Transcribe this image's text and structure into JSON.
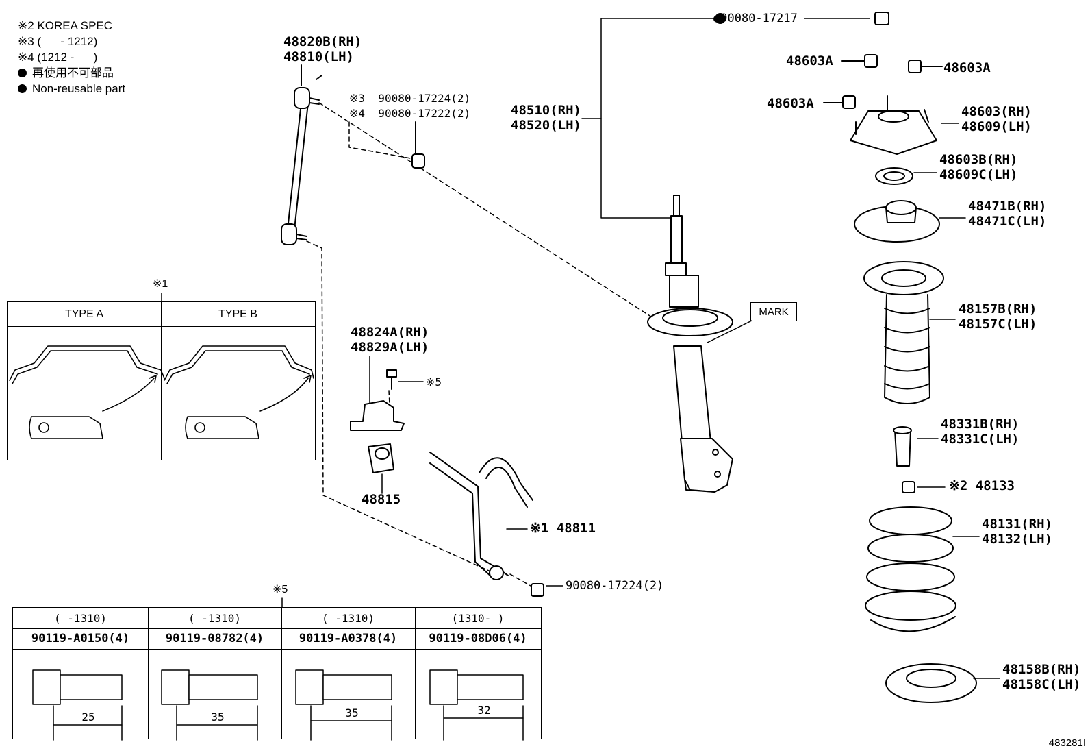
{
  "legend": {
    "line1": "※2 KOREA SPEC",
    "line2": "※3 (      - 1212)",
    "line3": "※4 (1212 -      )",
    "line4": "再使用不可部品",
    "line5": "Non-reusable part"
  },
  "labels": {
    "link_rh": "48820B(RH)",
    "link_lh": "48810(LH)",
    "link_nut_3": "※3  90080-17224(2)",
    "link_nut_4": "※4  90080-17222(2)",
    "top_nut": "●90080-17217",
    "strut_rh": "48510(RH)",
    "strut_lh": "48520(LH)",
    "stud_a1": "48603A",
    "stud_a2": "48603A",
    "stud_a3": "48603A",
    "support_rh": "48603(RH)",
    "support_lh": "48609(LH)",
    "bearing_rh": "48603B(RH)",
    "bearing_lh": "48609C(LH)",
    "seat_rh": "48471B(RH)",
    "seat_lh": "48471C(LH)",
    "boot_rh": "48157B(RH)",
    "boot_lh": "48157C(LH)",
    "bumper_rh": "48331B(RH)",
    "bumper_lh": "48331C(LH)",
    "nut_2": "※2 48133",
    "spring_rh": "48131(RH)",
    "spring_lh": "48132(LH)",
    "lower_rh": "48158B(RH)",
    "lower_lh": "48158C(LH)",
    "mark": "MARK",
    "bracket_rh": "48824A(RH)",
    "bracket_lh": "48829A(LH)",
    "bracket_bolt": "※5",
    "bushing": "48815",
    "bar": "※1 48811",
    "bar_nut": "90080-17224(2)",
    "type_note": "※1",
    "bolt_note": "※5",
    "fig_id": "483281I"
  },
  "type_table": {
    "type_a": "TYPE A",
    "type_b": "TYPE B"
  },
  "bolt_table": [
    {
      "range": "(      -1310)",
      "part": "90119-A0150(4)",
      "length": "25"
    },
    {
      "range": "(      -1310)",
      "part": "90119-08782(4)",
      "length": "35"
    },
    {
      "range": "(      -1310)",
      "part": "90119-A0378(4)",
      "length": "35"
    },
    {
      "range": "(1310-      )",
      "part": "90119-08D06(4)",
      "length": "32"
    }
  ]
}
